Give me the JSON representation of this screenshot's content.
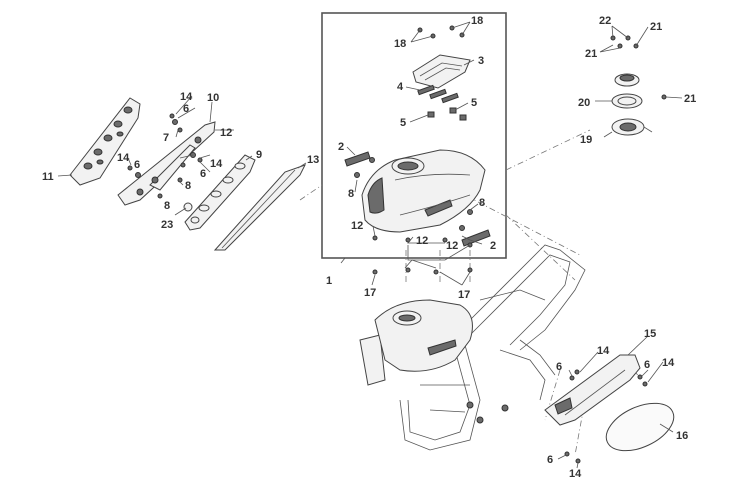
{
  "diagram": {
    "callouts": [
      {
        "id": "c1",
        "text": "1"
      },
      {
        "id": "c2a",
        "text": "2"
      },
      {
        "id": "c2b",
        "text": "2"
      },
      {
        "id": "c3",
        "text": "3"
      },
      {
        "id": "c4",
        "text": "4"
      },
      {
        "id": "c5a",
        "text": "5"
      },
      {
        "id": "c5b",
        "text": "5"
      },
      {
        "id": "c6a",
        "text": "6"
      },
      {
        "id": "c6b",
        "text": "6"
      },
      {
        "id": "c6c",
        "text": "6"
      },
      {
        "id": "c6d",
        "text": "6"
      },
      {
        "id": "c6e",
        "text": "6"
      },
      {
        "id": "c6f",
        "text": "6"
      },
      {
        "id": "c7",
        "text": "7"
      },
      {
        "id": "c8a",
        "text": "8"
      },
      {
        "id": "c8b",
        "text": "8"
      },
      {
        "id": "c8c",
        "text": "8"
      },
      {
        "id": "c8d",
        "text": "8"
      },
      {
        "id": "c9",
        "text": "9"
      },
      {
        "id": "c10",
        "text": "10"
      },
      {
        "id": "c11",
        "text": "11"
      },
      {
        "id": "c12a",
        "text": "12"
      },
      {
        "id": "c12b",
        "text": "12"
      },
      {
        "id": "c12c",
        "text": "12"
      },
      {
        "id": "c12d",
        "text": "12"
      },
      {
        "id": "c13",
        "text": "13"
      },
      {
        "id": "c14a",
        "text": "14"
      },
      {
        "id": "c14b",
        "text": "14"
      },
      {
        "id": "c14c",
        "text": "14"
      },
      {
        "id": "c14d",
        "text": "14"
      },
      {
        "id": "c14e",
        "text": "14"
      },
      {
        "id": "c14f",
        "text": "14"
      },
      {
        "id": "c15",
        "text": "15"
      },
      {
        "id": "c16",
        "text": "16"
      },
      {
        "id": "c17a",
        "text": "17"
      },
      {
        "id": "c17b",
        "text": "17"
      },
      {
        "id": "c18a",
        "text": "18"
      },
      {
        "id": "c18b",
        "text": "18"
      },
      {
        "id": "c19",
        "text": "19"
      },
      {
        "id": "c20",
        "text": "20"
      },
      {
        "id": "c21a",
        "text": "21"
      },
      {
        "id": "c21b",
        "text": "21"
      },
      {
        "id": "c21c",
        "text": "21"
      },
      {
        "id": "c22",
        "text": "22"
      },
      {
        "id": "c23",
        "text": "23"
      }
    ]
  }
}
